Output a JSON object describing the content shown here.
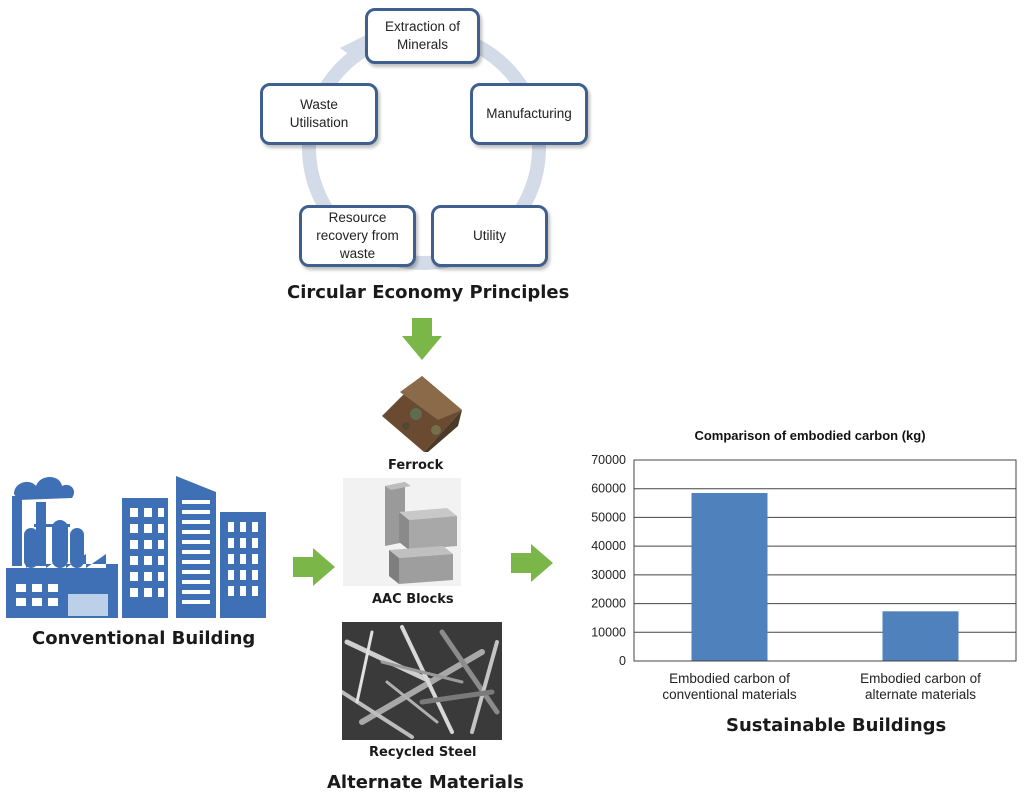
{
  "cycle": {
    "extraction": "Extraction of Minerals",
    "manufacturing": "Manufacturing",
    "utility": "Utility",
    "resource_recovery": "Resource recovery from waste",
    "waste_utilisation": "Waste Utilisation",
    "title": "Circular Economy Principles"
  },
  "materials": {
    "ferrock": "Ferrock",
    "aac": "AAC Blocks",
    "steel": "Recycled Steel",
    "title": "Alternate Materials"
  },
  "conventional": {
    "title": "Conventional Building"
  },
  "sustainable": {
    "title": "Sustainable Buildings"
  },
  "colors": {
    "arrow": "#7ab648",
    "box_border": "#3f5f8f",
    "bar": "#4f81bd",
    "building": "#3f6fb5",
    "cycle_ring": "#d3dbe8"
  },
  "chart_data": {
    "type": "bar",
    "title": "Comparison of embodied carbon (kg)",
    "categories": [
      "Embodied carbon of conventional materials",
      "Embodied carbon of alternate materials"
    ],
    "category_lines": [
      [
        "Embodied carbon of",
        "conventional materials"
      ],
      [
        "Embodied carbon of",
        "alternate materials"
      ]
    ],
    "values": [
      58500,
      17300
    ],
    "ylim": [
      0,
      70000
    ],
    "yticks": [
      "0",
      "10000",
      "20000",
      "30000",
      "40000",
      "50000",
      "60000",
      "70000"
    ],
    "grid": true,
    "legend": "none"
  }
}
